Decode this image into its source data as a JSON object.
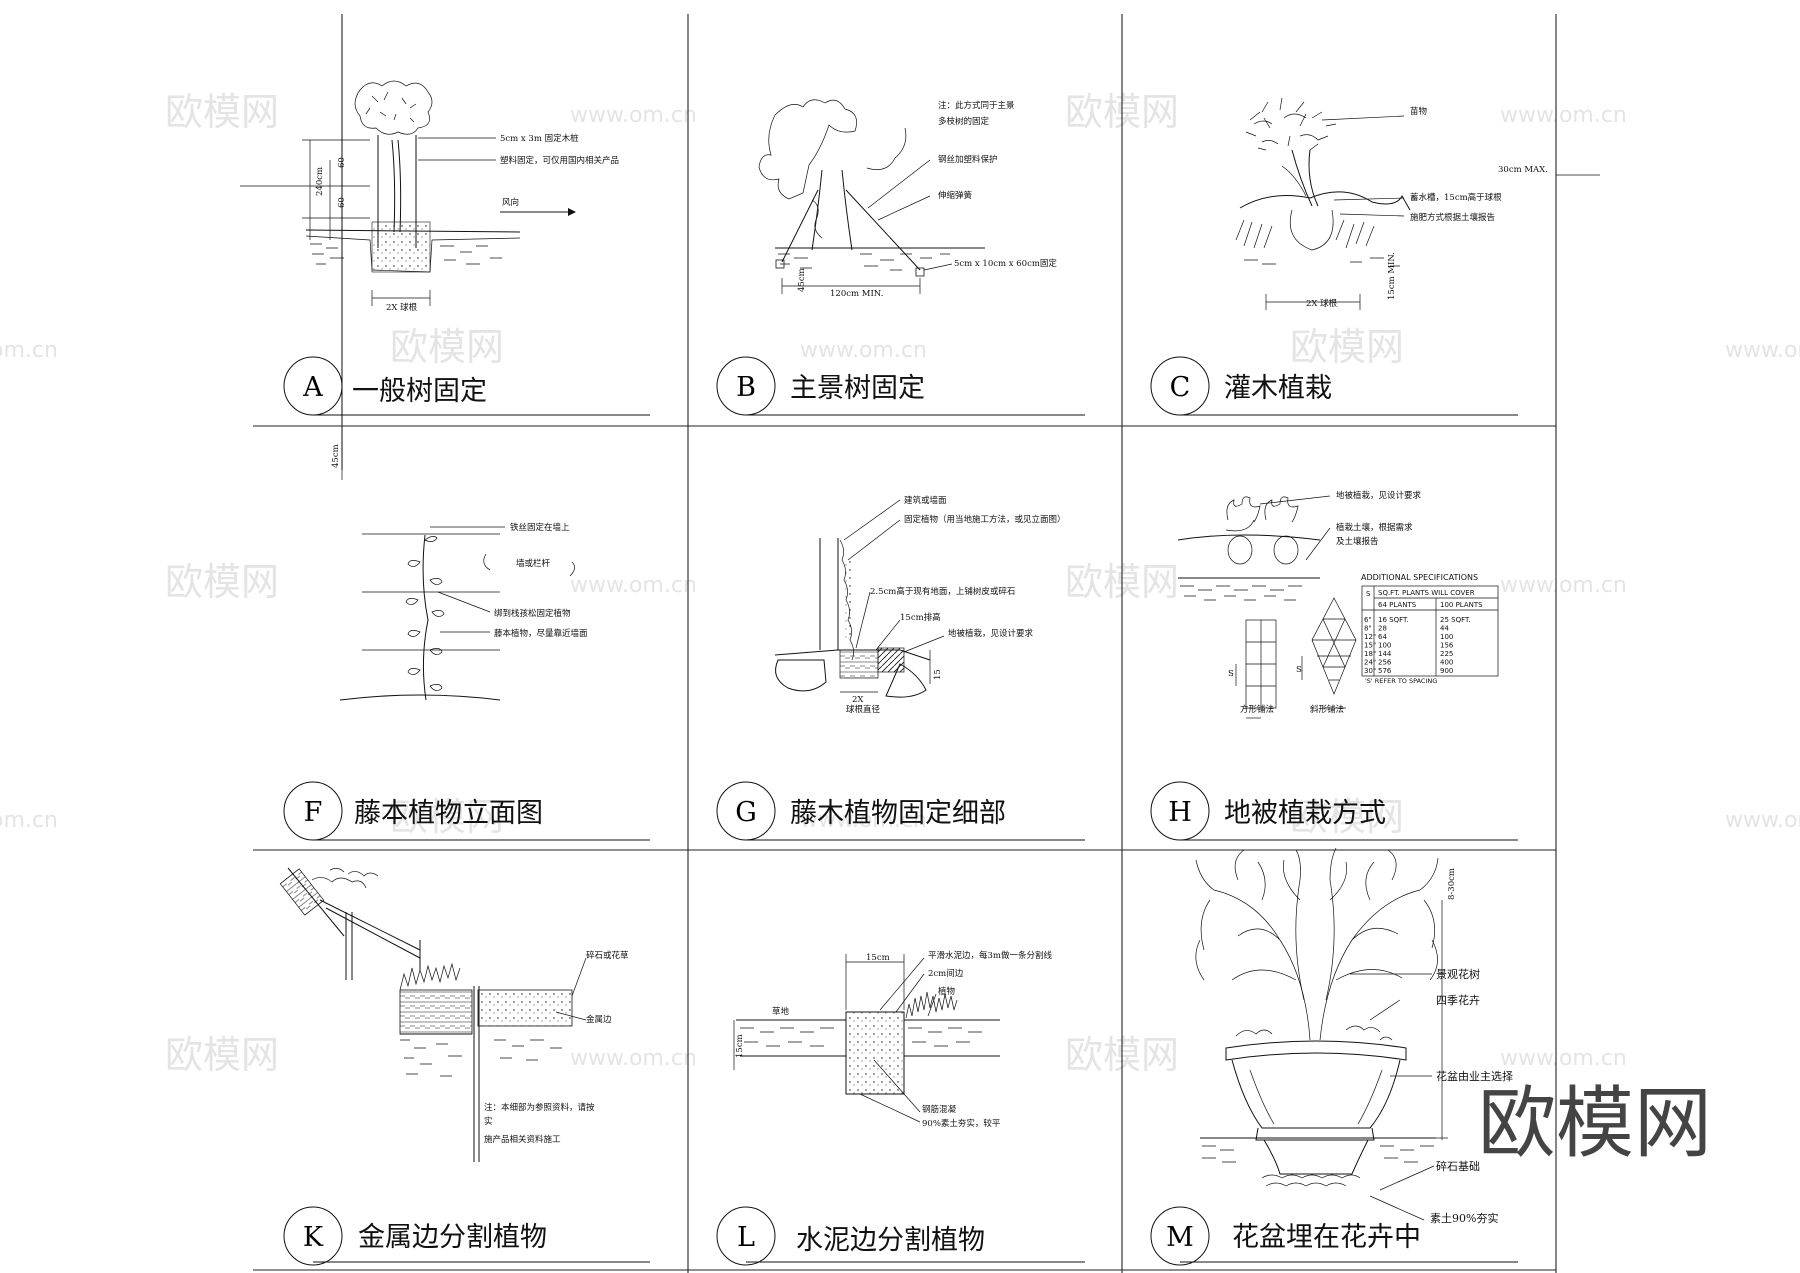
{
  "panels": [
    {
      "id": "A",
      "title": "一般树固定",
      "notes": [
        "5cm x 3m 固定木桩",
        "塑料固定，可仅用国内相关产品",
        "风向",
        "2X 球根",
        "240cm",
        "60",
        "60",
        "45cm"
      ]
    },
    {
      "id": "B",
      "title": "主景树固定",
      "notes": [
        "注：此方式同于主景",
        "多枝树的固定",
        "钢丝加塑料保护",
        "伸缩弹簧",
        "5cm x 10cm x 60cm固定",
        "120cm MIN.",
        "45cm"
      ]
    },
    {
      "id": "C",
      "title": "灌木植栽",
      "notes": [
        "苗物",
        "蓄水槽，15cm高于球根",
        "施肥方式根据土壤报告",
        "2X 球根",
        "30cm MAX.",
        "15cm MIN."
      ]
    },
    {
      "id": "F",
      "title": "藤本植物立面图",
      "notes": [
        "铁丝固定在墙上",
        "墙或栏杆",
        "绑到栈孩松固定植物",
        "藤本植物，尽量靠近墙面"
      ]
    },
    {
      "id": "G",
      "title": "藤木植物固定细部",
      "notes": [
        "建筑或墙面",
        "固定植物（用当地施工方法，或见立面图）",
        "2.5cm高于现有地面，上铺树皮或碎石",
        "15cm排高",
        "地被植栽，见设计要求",
        "2X",
        "球根直径",
        "15"
      ]
    },
    {
      "id": "H",
      "title": "地被植栽方式",
      "notes": [
        "地被植栽，见设计要求",
        "植栽土壤，根据需求",
        "及土壤报告",
        "方形铺法",
        "斜形铺法",
        "'S' REFER TO SPACING",
        "S",
        "S"
      ]
    },
    {
      "id": "K",
      "title": "金属边分割植物",
      "notes": [
        "碎石或花草",
        "金属边",
        "注：本细部为参照资料，请按",
        "实",
        "施产品相关资料施工"
      ]
    },
    {
      "id": "L",
      "title": "水泥边分割植物",
      "notes": [
        "平滑水泥边，每3m做一条分割线",
        "2cm间边",
        "植物",
        "草地",
        "钢筋混凝",
        "90%素土夯实，较平",
        "15cm",
        "15cm"
      ]
    },
    {
      "id": "M",
      "title": "花盆埋在花卉中",
      "notes": [
        "景观花树",
        "四季花卉",
        "花盆由业主选择",
        "碎石基础",
        "素土90%夯实",
        "8-30cm"
      ]
    }
  ],
  "spec_table": {
    "title": "ADDITIONAL SPECIFICATIONS",
    "col_s": "S",
    "group_header": "SQ.FT. PLANTS WILL COVER",
    "col1": "64 PLANTS",
    "col2": "100 PLANTS",
    "s_values": "6\"\n8\"\n12\"\n15\"\n18\"\n24\"\n30\"",
    "c1_values": "16 SQFT.\n28\n64\n100\n144\n256\n576",
    "c2_values": "25 SQFT.\n44\n100\n156\n225\n400\n900"
  },
  "watermark": {
    "logo": "欧模网",
    "domain": "www.om.cn",
    "domain_short": "om.cn",
    "big": "欧模网"
  }
}
